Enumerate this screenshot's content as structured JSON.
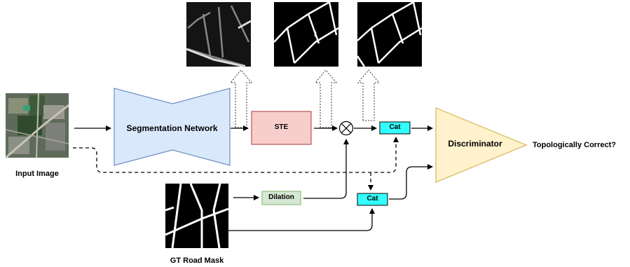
{
  "labels": {
    "input_image": "Input Image",
    "gt_road_mask": "GT Road Mask",
    "segmentation_network": "Segmentation Network",
    "ste": "STE",
    "multiply_symbol": "⊗",
    "cat_top": "Cat",
    "cat_bottom": "Cat",
    "dilation": "Dilation",
    "discriminator": "Discriminator",
    "output": "Topologically Correct?"
  },
  "colors": {
    "segmentation_fill": "#dae8fc",
    "segmentation_stroke": "#6c8ebf",
    "ste_fill": "#f8cecc",
    "ste_stroke": "#b85450",
    "cat_fill": "#33ffff",
    "cat_stroke": "#000000",
    "dilation_fill": "#d5e8d4",
    "dilation_stroke": "#82b366",
    "discriminator_fill": "#fff2cc",
    "discriminator_stroke": "#d6b656"
  }
}
